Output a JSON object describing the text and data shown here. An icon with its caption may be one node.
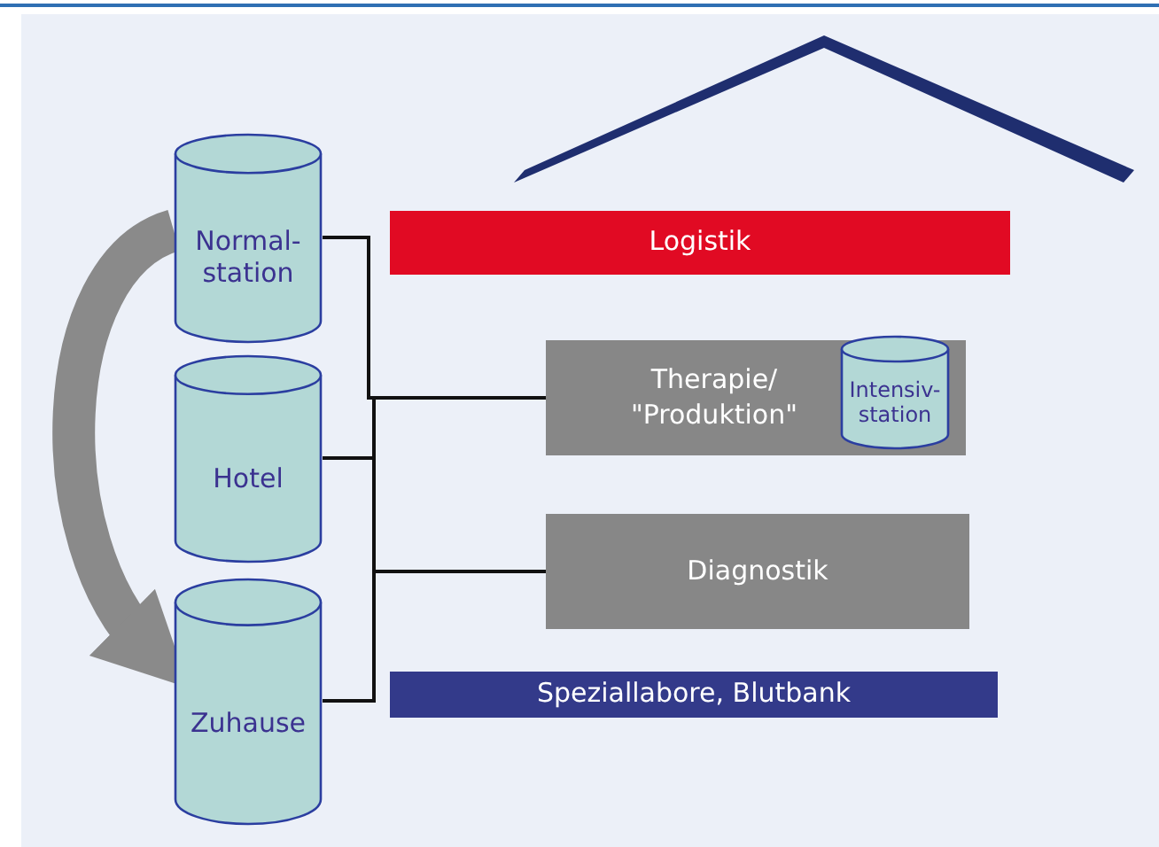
{
  "diagram": {
    "nodes": [
      {
        "text": [
          "Normal-station"
        ]
      },
      {
        "text": [
          "Hotel"
        ]
      },
      {
        "text": [
          "Zuhause"
        ]
      },
      {
        "text": [
          "Logistik"
        ]
      },
      {
        "text": [
          "Therapie/ \"Produktion\""
        ]
      },
      {
        "text": [
          "Intensiv-station"
        ],
        "in": 4
      },
      {
        "text": [
          "Diagnostik"
        ]
      },
      {
        "text": [
          "Speziallabore, Blutbank"
        ]
      }
    ],
    "edges": [
      {
        "from": 0,
        "to": 2,
        "arrow": "to",
        "style": "thick",
        "color": "#8a8a8a"
      },
      {
        "from": 0,
        "to": 4,
        "arrow": "none"
      },
      {
        "from": 1,
        "to": 4,
        "arrow": "none"
      },
      {
        "from": 1,
        "to": 6,
        "arrow": "none"
      },
      {
        "from": 2,
        "to": 6,
        "arrow": "none"
      }
    ]
  }
}
